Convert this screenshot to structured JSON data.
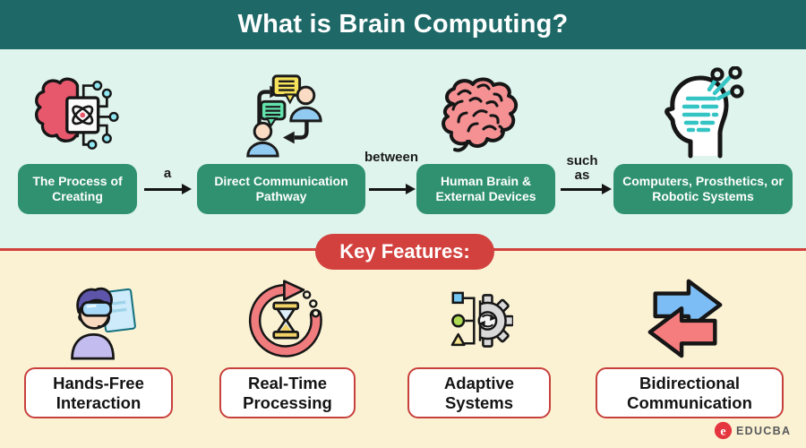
{
  "header": {
    "title": "What is Brain Computing?"
  },
  "flow": {
    "steps": [
      {
        "label": "The Process of Creating",
        "icon": "brain-circuit-icon"
      },
      {
        "label": "Direct Communication Pathway",
        "icon": "people-communication-icon"
      },
      {
        "label": "Human Brain & External Devices",
        "icon": "brain-icon"
      },
      {
        "label": "Computers, Prosthetics, or Robotic Systems",
        "icon": "head-circuit-icon"
      }
    ],
    "connector_labels": [
      "a",
      "between",
      "such as"
    ]
  },
  "key_features": {
    "heading": "Key Features:",
    "items": [
      {
        "label": "Hands-Free Interaction",
        "icon": "vr-headset-person-icon"
      },
      {
        "label": "Real-Time Processing",
        "icon": "hourglass-refresh-icon"
      },
      {
        "label": "Adaptive Systems",
        "icon": "adaptive-gear-icon"
      },
      {
        "label": "Bidirectional Communication",
        "icon": "bidirectional-arrows-icon"
      }
    ]
  },
  "branding": {
    "logo_text": "EDUCBA"
  },
  "colors": {
    "header_teal": "#1E6968",
    "mint_background": "#DFF4EC",
    "green_box": "#2F9170",
    "accent_red": "#D2413E",
    "cream_background": "#FBF2D4"
  }
}
